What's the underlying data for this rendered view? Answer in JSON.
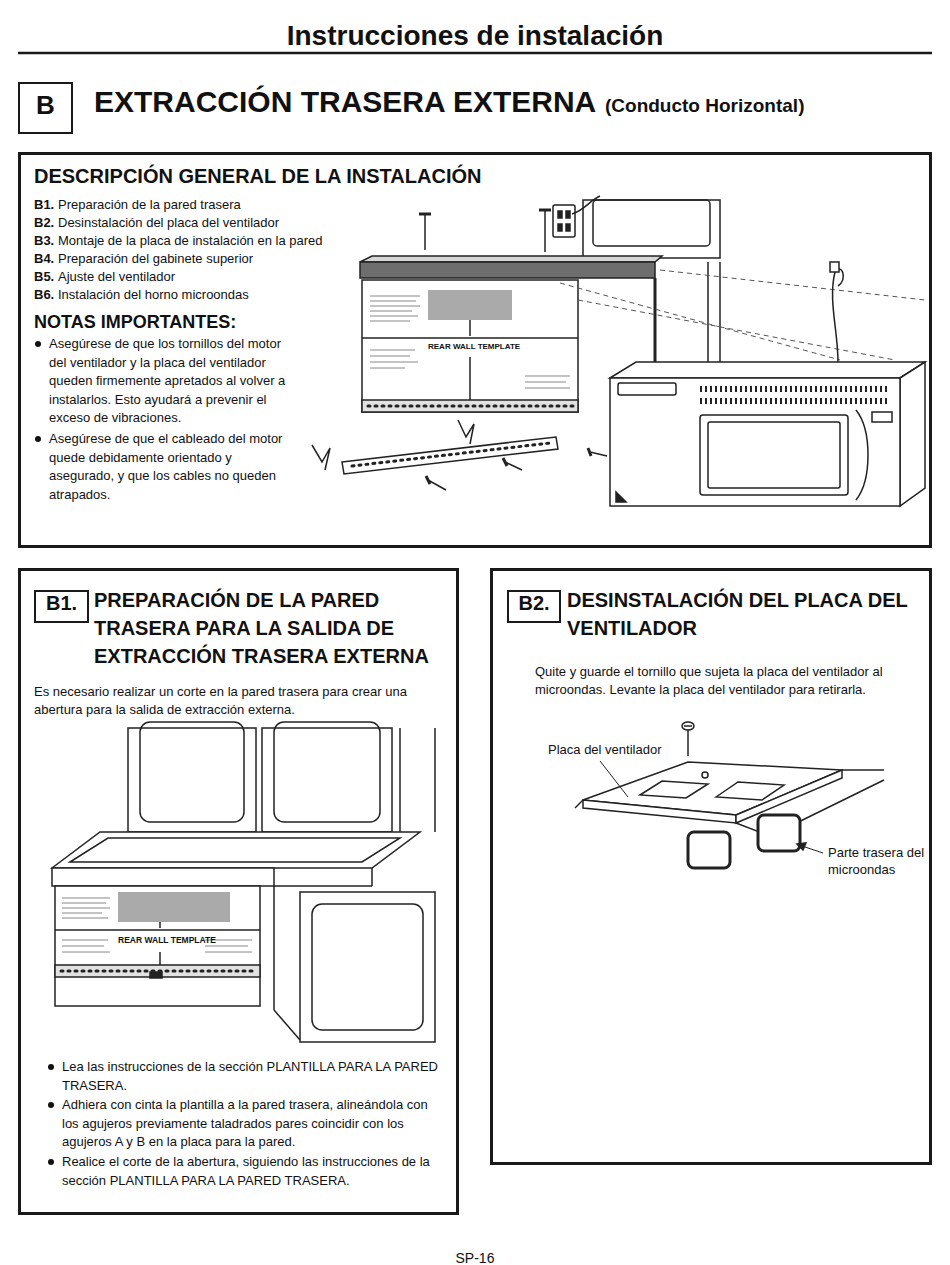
{
  "diagram": {
    "title": "Instrucciones de instalación",
    "nodes": [
      {
        "text": [
          "B"
        ]
      },
      {
        "text": [
          "DESCRIPCIÓN GENERAL DE LA INSTALACIÓN",
          "B1.",
          "Preparación de la pared trasera",
          "B2.",
          "Desinstalación del placa del ventilador",
          "B3.",
          "Montaje de la placa de instalación en la pared",
          "B4.",
          "Preparación del gabinete superior",
          "B5.",
          "Ajuste del ventilador",
          "B6.",
          "Instalación del horno microondas",
          "NOTAS IMPORTANTES:",
          "Asegúrese de que los tornillos del motor del ventilador y la placa del ventilador queden firmemente apretados al volver a instalarlos. Esto ayudará a prevenir el exceso de vibraciones.",
          "Asegúrese de que el cableado del motor quede debidamente orientado y asegurado, y que los cables no queden atrapados."
        ]
      },
      {
        "text": [
          "PREPARACIÓN DE LA PARED TRASERA PARA LA SALIDA DE EXTRACCIÓN TRASERA EXTERNA",
          "Es necesario realizar un corte en la pared trasera para crear una abertura para la salida de extracción externa.",
          "Lea las instrucciones de la sección PLANTILLA PARA LA PARED TRASERA.",
          "Adhiera con cinta la plantilla a la pared trasera, alineándola con los agujeros previamente taladrados pares coincidir con los agujeros A y B en la placa para la pared.",
          "Realice el corte de la abertura, siguiendo las instrucciones de la sección PLANTILLA PARA LA PARED TRASERA."
        ]
      },
      {
        "text": [
          "B1."
        ],
        "in": 2
      },
      {
        "text": [
          "DESINSTALACIÓN DEL PLACA DEL VENTILADOR",
          "Quite y guarde el tornillo que sujeta la placa del ventilador al microondas. Levante la placa del ventilador para retirarla."
        ]
      },
      {
        "text": [
          "B2."
        ],
        "in": 4
      }
    ],
    "labels": [
      "EXTRACCIÓN TRASERA EXTERNA",
      "(Conducto Horizontal)",
      "REAR WALL TEMPLATE",
      "REAR WALL TEMPLATE",
      "Placa del ventilador",
      "Parte trasera del microondas",
      "SP-16"
    ]
  }
}
